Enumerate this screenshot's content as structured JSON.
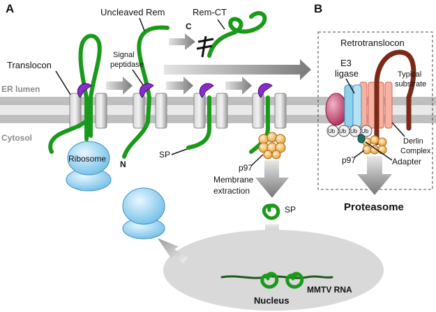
{
  "panels": {
    "a": "A",
    "b": "B"
  },
  "compartments": {
    "er_lumen": "ER lumen",
    "cytosol": "Cytosol"
  },
  "labels": {
    "translocon": "Translocon",
    "uncleaved_rem": "Uncleaved Rem",
    "rem_ct": "Rem-CT",
    "c_terminus": "C",
    "n_terminus": "N",
    "signal_peptidase_1": "Signal",
    "signal_peptidase_2": "peptidase",
    "ribosome": "Ribosome",
    "sp_1": "SP",
    "p97_1": "p97",
    "membrane_extraction_1": "Membrane",
    "membrane_extraction_2": "extraction",
    "sp_2": "SP",
    "nucleus": "Nucleus",
    "mmtv_rna": "MMTV RNA",
    "retrotranslocon": "Retrotranslocon",
    "e3_ligase_1": "E3",
    "e3_ligase_2": "ligase",
    "typical_substrate_1": "Typical",
    "typical_substrate_2": "substrate",
    "derlin_complex_1": "Derlin",
    "derlin_complex_2": "Complex",
    "adapter": "Adapter",
    "p97_2": "p97",
    "proteasome": "Proteasome",
    "ub": "Ub"
  },
  "colors": {
    "membrane": "#b9b9b9",
    "protein": "#1a9a1a",
    "rna": "#1e5a1e",
    "signal_peptidase": "#8a2bd0",
    "ribosome": "#7cc8ee",
    "p97": "#f3b04a",
    "e3_ligase": "#c2336a",
    "derlin": "#f08872",
    "substrate": "#7a2a16",
    "nucleus": "#d9d9d9"
  }
}
